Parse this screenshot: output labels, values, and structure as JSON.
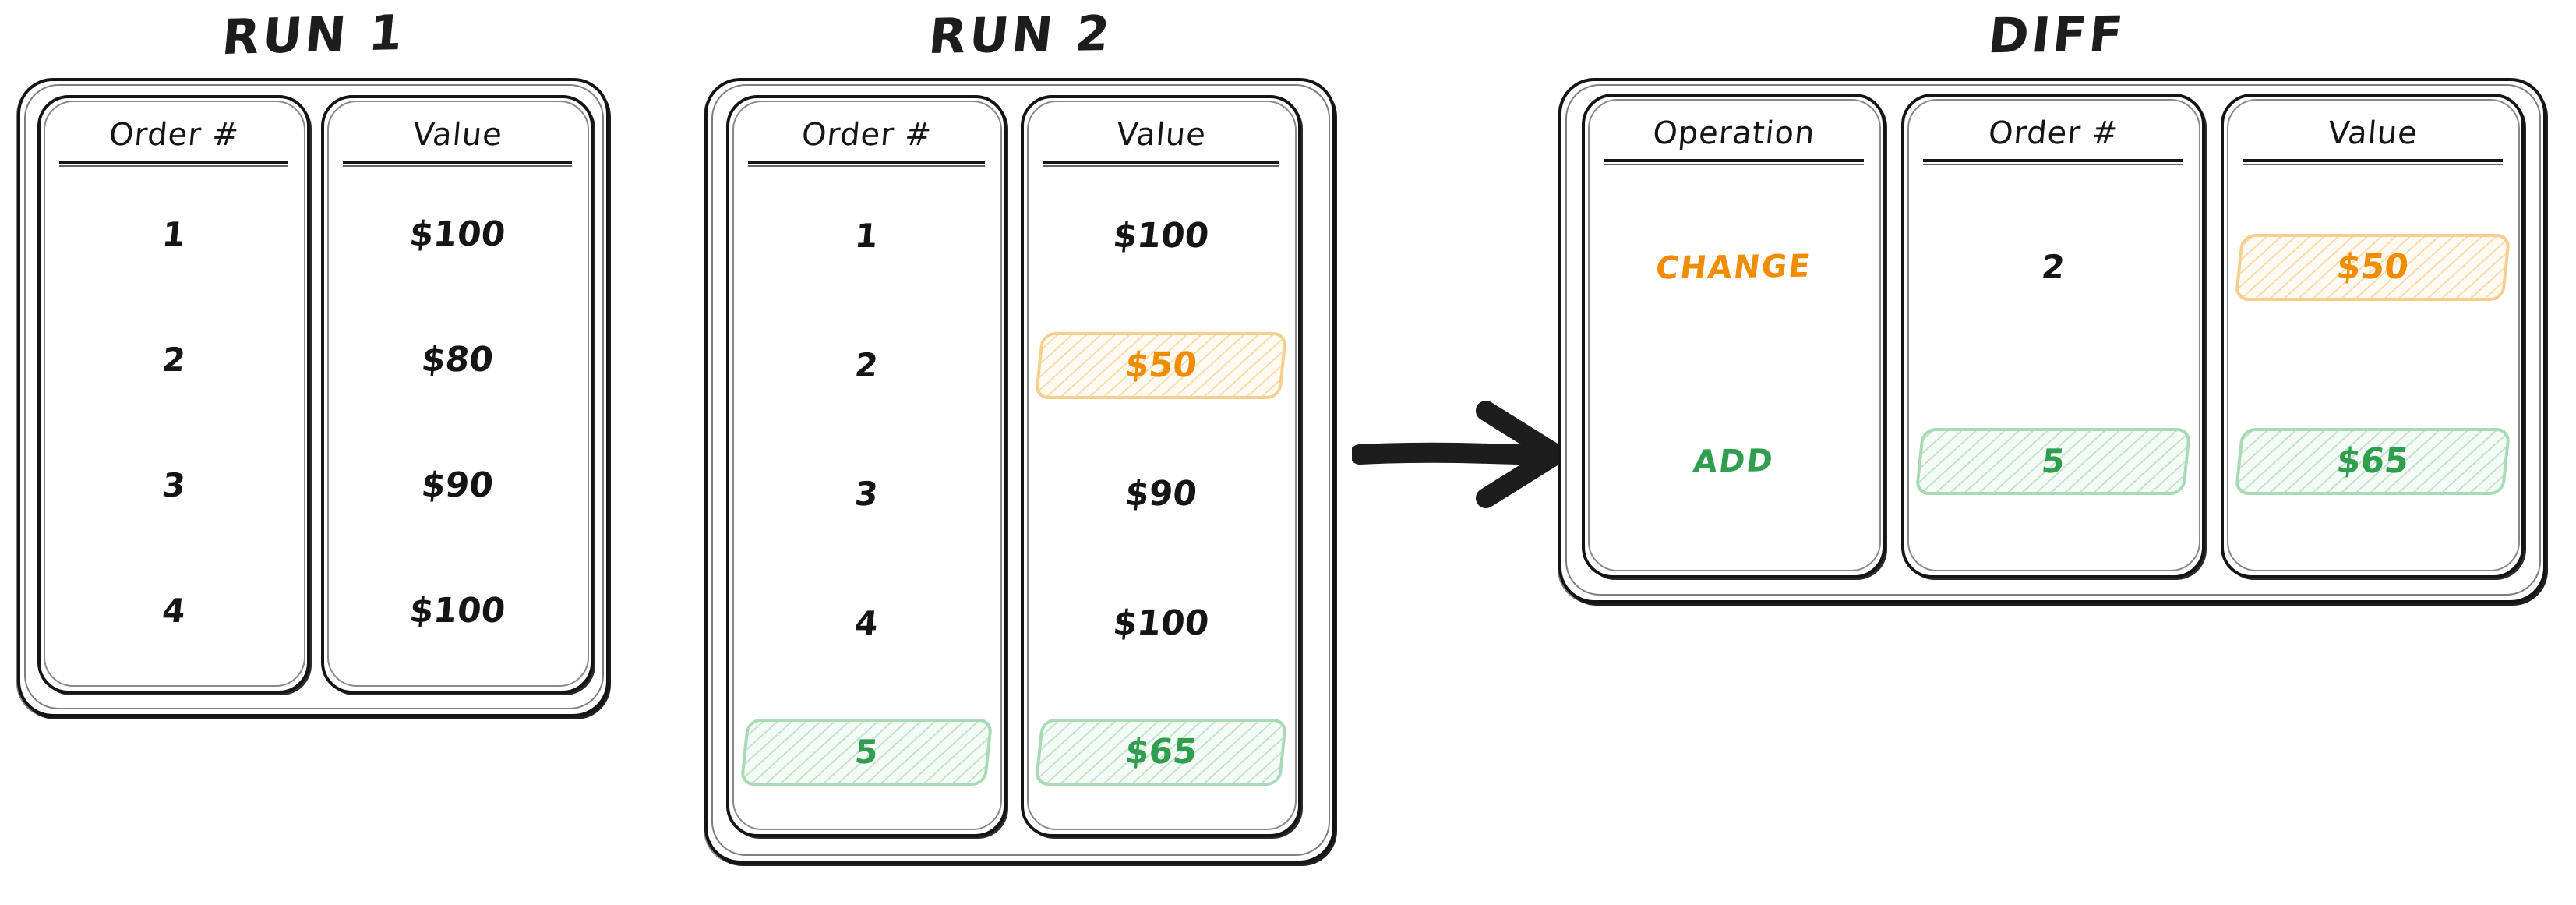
{
  "panels": {
    "run1": {
      "title": "RUN 1",
      "columns": [
        {
          "header": "Order #",
          "cells": [
            {
              "text": "1",
              "style": "plain"
            },
            {
              "text": "2",
              "style": "plain"
            },
            {
              "text": "3",
              "style": "plain"
            },
            {
              "text": "4",
              "style": "plain"
            }
          ]
        },
        {
          "header": "Value",
          "cells": [
            {
              "text": "$100",
              "style": "plain"
            },
            {
              "text": "$80",
              "style": "plain"
            },
            {
              "text": "$90",
              "style": "plain"
            },
            {
              "text": "$100",
              "style": "plain"
            }
          ]
        }
      ]
    },
    "run2": {
      "title": "RUN 2",
      "columns": [
        {
          "header": "Order #",
          "cells": [
            {
              "text": "1",
              "style": "plain"
            },
            {
              "text": "2",
              "style": "plain"
            },
            {
              "text": "3",
              "style": "plain"
            },
            {
              "text": "4",
              "style": "plain"
            },
            {
              "text": "5",
              "style": "added"
            }
          ]
        },
        {
          "header": "Value",
          "cells": [
            {
              "text": "$100",
              "style": "plain"
            },
            {
              "text": "$50",
              "style": "changed"
            },
            {
              "text": "$90",
              "style": "plain"
            },
            {
              "text": "$100",
              "style": "plain"
            },
            {
              "text": "$65",
              "style": "added"
            }
          ]
        }
      ]
    },
    "diff": {
      "title": "DIFF",
      "columns": [
        {
          "header": "Operation",
          "cells": [
            {
              "text": "CHANGE",
              "style": "op-changed"
            },
            {
              "text": "ADD",
              "style": "op-added"
            }
          ]
        },
        {
          "header": "Order #",
          "cells": [
            {
              "text": "2",
              "style": "plain"
            },
            {
              "text": "5",
              "style": "added"
            }
          ]
        },
        {
          "header": "Value",
          "cells": [
            {
              "text": "$50",
              "style": "changed"
            },
            {
              "text": "$65",
              "style": "added"
            }
          ]
        }
      ]
    }
  },
  "arrow": {
    "name": "flow-arrow",
    "direction": "right",
    "from": "RUN 2",
    "to": "DIFF"
  },
  "colors": {
    "ink": "#151515",
    "added_text": "#2F9E4F",
    "added_border": "#A9DAB6",
    "changed_text": "#F08C00",
    "changed_border": "#F6CF90",
    "background": "#FFFFFF"
  }
}
